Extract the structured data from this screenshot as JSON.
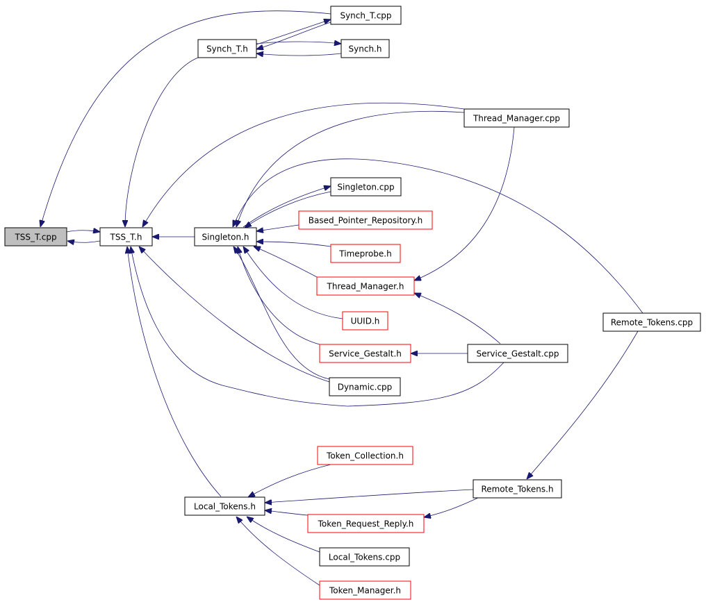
{
  "colors": {
    "edge": "#191970",
    "node_border_black": "#000000",
    "node_border_red": "#ff0000",
    "node_fill_default": "#ffffff",
    "node_fill_current": "#bfbfbf"
  },
  "nodes": [
    {
      "id": "tss_t_cpp",
      "label": "TSS_T.cpp",
      "border": "black",
      "current": true
    },
    {
      "id": "tss_t_h",
      "label": "TSS_T.h",
      "border": "black"
    },
    {
      "id": "synch_t_cpp",
      "label": "Synch_T.cpp",
      "border": "black"
    },
    {
      "id": "synch_t_h",
      "label": "Synch_T.h",
      "border": "black"
    },
    {
      "id": "synch_h",
      "label": "Synch.h",
      "border": "black"
    },
    {
      "id": "thread_manager_cpp",
      "label": "Thread_Manager.cpp",
      "border": "black"
    },
    {
      "id": "singleton_h",
      "label": "Singleton.h",
      "border": "black"
    },
    {
      "id": "singleton_cpp",
      "label": "Singleton.cpp",
      "border": "black"
    },
    {
      "id": "based_pointer_repository_h",
      "label": "Based_Pointer_Repository.h",
      "border": "red"
    },
    {
      "id": "timeprobe_h",
      "label": "Timeprobe.h",
      "border": "red"
    },
    {
      "id": "thread_manager_h",
      "label": "Thread_Manager.h",
      "border": "red"
    },
    {
      "id": "uuid_h",
      "label": "UUID.h",
      "border": "red"
    },
    {
      "id": "service_gestalt_h",
      "label": "Service_Gestalt.h",
      "border": "red"
    },
    {
      "id": "service_gestalt_cpp",
      "label": "Service_Gestalt.cpp",
      "border": "black"
    },
    {
      "id": "remote_tokens_cpp",
      "label": "Remote_Tokens.cpp",
      "border": "black"
    },
    {
      "id": "dynamic_cpp",
      "label": "Dynamic.cpp",
      "border": "black"
    },
    {
      "id": "token_collection_h",
      "label": "Token_Collection.h",
      "border": "red"
    },
    {
      "id": "remote_tokens_h",
      "label": "Remote_Tokens.h",
      "border": "black"
    },
    {
      "id": "local_tokens_h",
      "label": "Local_Tokens.h",
      "border": "black"
    },
    {
      "id": "token_request_reply_h",
      "label": "Token_Request_Reply.h",
      "border": "red"
    },
    {
      "id": "local_tokens_cpp",
      "label": "Local_Tokens.cpp",
      "border": "black"
    },
    {
      "id": "token_manager_h",
      "label": "Token_Manager.h",
      "border": "red"
    }
  ],
  "edges": [
    {
      "from": "tss_t_cpp",
      "to": "tss_t_h"
    },
    {
      "from": "tss_t_h",
      "to": "tss_t_cpp"
    },
    {
      "from": "synch_t_cpp",
      "to": "tss_t_cpp"
    },
    {
      "from": "synch_t_h",
      "to": "synch_t_cpp"
    },
    {
      "from": "synch_t_cpp",
      "to": "synch_t_h"
    },
    {
      "from": "synch_t_h",
      "to": "synch_h"
    },
    {
      "from": "synch_h",
      "to": "synch_t_h"
    },
    {
      "from": "synch_t_h",
      "to": "tss_t_h"
    },
    {
      "from": "thread_manager_cpp",
      "to": "tss_t_h"
    },
    {
      "from": "singleton_h",
      "to": "tss_t_h"
    },
    {
      "from": "thread_manager_cpp",
      "to": "singleton_h"
    },
    {
      "from": "singleton_h",
      "to": "singleton_cpp"
    },
    {
      "from": "singleton_cpp",
      "to": "singleton_h"
    },
    {
      "from": "remote_tokens_cpp",
      "to": "singleton_h"
    },
    {
      "from": "based_pointer_repository_h",
      "to": "singleton_h"
    },
    {
      "from": "timeprobe_h",
      "to": "singleton_h"
    },
    {
      "from": "thread_manager_h",
      "to": "singleton_h"
    },
    {
      "from": "uuid_h",
      "to": "singleton_h"
    },
    {
      "from": "service_gestalt_h",
      "to": "singleton_h"
    },
    {
      "from": "dynamic_cpp",
      "to": "singleton_h"
    },
    {
      "from": "thread_manager_cpp",
      "to": "thread_manager_h"
    },
    {
      "from": "service_gestalt_cpp",
      "to": "thread_manager_h"
    },
    {
      "from": "service_gestalt_cpp",
      "to": "service_gestalt_h"
    },
    {
      "from": "dynamic_cpp",
      "to": "tss_t_h"
    },
    {
      "from": "service_gestalt_cpp",
      "to": "tss_t_h"
    },
    {
      "from": "local_tokens_h",
      "to": "tss_t_h"
    },
    {
      "from": "token_collection_h",
      "to": "local_tokens_h"
    },
    {
      "from": "remote_tokens_h",
      "to": "local_tokens_h"
    },
    {
      "from": "token_request_reply_h",
      "to": "local_tokens_h"
    },
    {
      "from": "remote_tokens_h",
      "to": "token_request_reply_h"
    },
    {
      "from": "remote_tokens_cpp",
      "to": "remote_tokens_h"
    },
    {
      "from": "local_tokens_cpp",
      "to": "local_tokens_h"
    },
    {
      "from": "token_manager_h",
      "to": "local_tokens_h"
    }
  ]
}
